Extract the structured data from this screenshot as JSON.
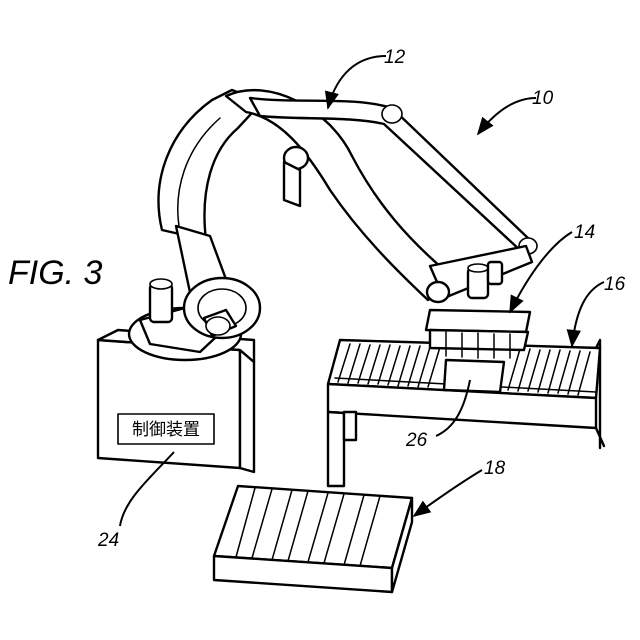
{
  "figure": {
    "label": "FIG. 3"
  },
  "references": {
    "robot_system": "10",
    "robot_arm": "12",
    "end_effector": "14",
    "conveyor": "16",
    "pallet": "18",
    "controller": "24",
    "workpiece": "26"
  },
  "controller_label": "制御装置"
}
